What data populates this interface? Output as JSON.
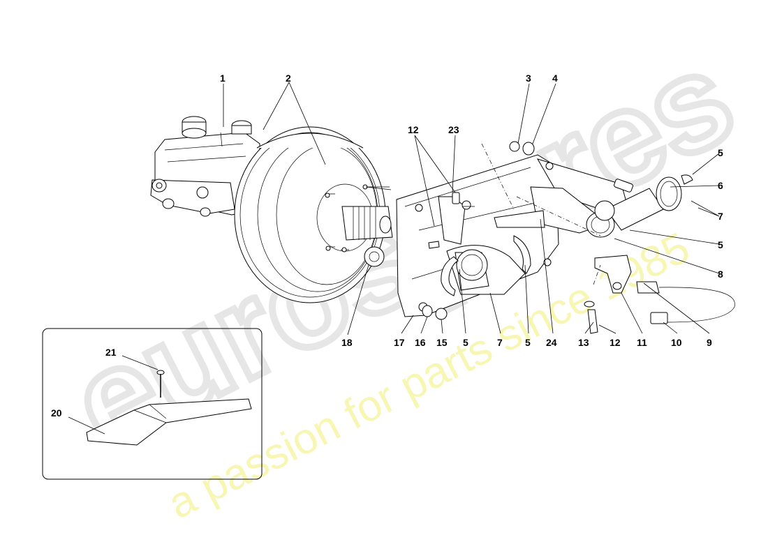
{
  "watermark": {
    "logo": "eurospares",
    "tagline": "a passion for parts since 1985"
  },
  "callouts": {
    "c1": "1",
    "c2": "2",
    "c3": "3",
    "c4": "4",
    "c5a": "5",
    "c6": "6",
    "c7a": "7",
    "c5b": "5",
    "c8": "8",
    "c12a": "12",
    "c23": "23",
    "c18": "18",
    "c17": "17",
    "c16": "16",
    "c15": "15",
    "c5c": "5",
    "c7b": "7",
    "c5d": "5",
    "c24": "24",
    "c13": "13",
    "c12b": "12",
    "c11": "11",
    "c10": "10",
    "c9": "9",
    "c21": "21",
    "c20": "20"
  },
  "icons": {
    "brake-booster": "brake-booster-icon",
    "master-cylinder": "master-cylinder-icon",
    "pedal-bracket": "pedal-bracket-icon",
    "heat-shield": "heat-shield-icon"
  }
}
